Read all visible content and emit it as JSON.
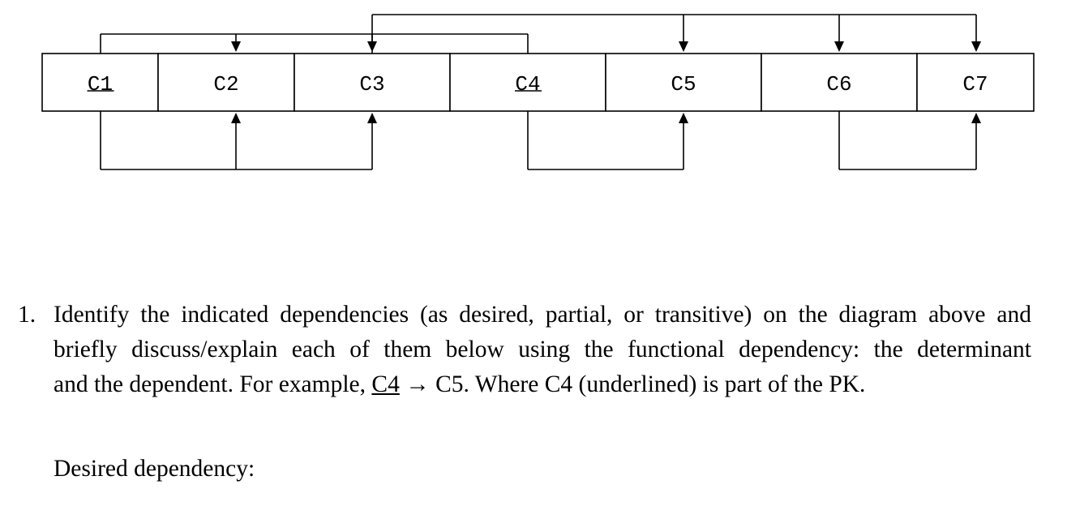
{
  "diagram": {
    "columns": [
      {
        "id": "C1",
        "label": "C1",
        "underlined": true
      },
      {
        "id": "C2",
        "label": "C2",
        "underlined": false
      },
      {
        "id": "C3",
        "label": "C3",
        "underlined": false
      },
      {
        "id": "C4",
        "label": "C4",
        "underlined": true
      },
      {
        "id": "C5",
        "label": "C5",
        "underlined": false
      },
      {
        "id": "C6",
        "label": "C6",
        "underlined": false
      },
      {
        "id": "C7",
        "label": "C7",
        "underlined": false
      }
    ],
    "dependencies_above": [
      {
        "determinant": [
          "C1",
          "C4"
        ],
        "dependents": [
          "C2",
          "C3"
        ]
      },
      {
        "determinant": [
          "C3"
        ],
        "dependents": [
          "C5",
          "C6",
          "C7"
        ]
      }
    ],
    "dependencies_below": [
      {
        "determinant": [
          "C1"
        ],
        "dependents": [
          "C2",
          "C3"
        ]
      },
      {
        "determinant": [
          "C4"
        ],
        "dependents": [
          "C5"
        ]
      },
      {
        "determinant": [
          "C6"
        ],
        "dependents": [
          "C7"
        ]
      }
    ]
  },
  "question": {
    "number": "1.",
    "line1": "Identify the indicated dependencies (as desired, partial, or transitive) on the diagram above and",
    "line2": "briefly discuss/explain each of them below using the functional dependency: the determinant",
    "line3_before": "and the dependent. For example, ",
    "line3_underlined": "C4",
    "line3_arrow": " → ",
    "line3_after": "C5. Where C4 (underlined) is part of the PK."
  },
  "desired_label": "Desired dependency:"
}
